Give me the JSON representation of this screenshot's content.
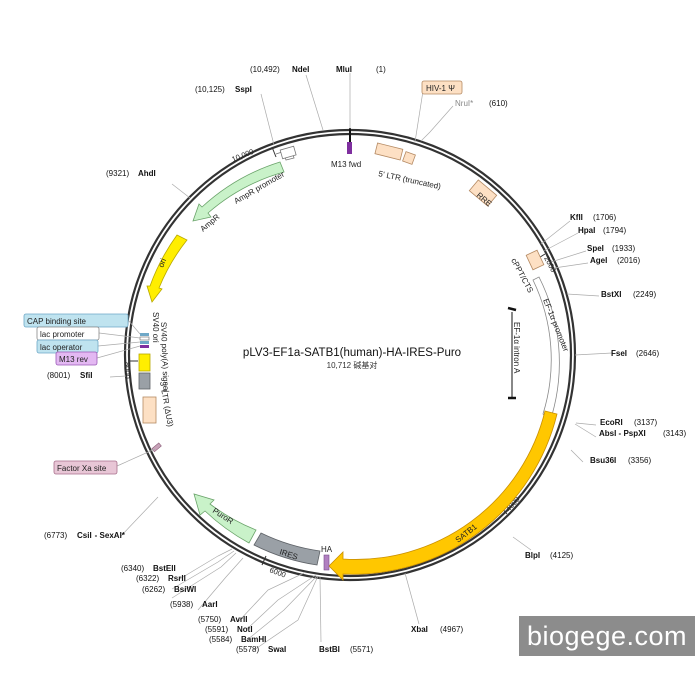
{
  "plasmid": {
    "name": "pLV3-EF1a-SATB1(human)-HA-IRES-Puro",
    "size_label": "10,712 碱基对"
  },
  "watermark": "biogege.com",
  "colors": {
    "backbone": "#333333",
    "ampr": "#c9f2c9",
    "ori": "#ffee00",
    "satb1": "#ffc700",
    "puror": "#c9f2c9",
    "ires": "#9aa0a6",
    "ltr": "#fde0c4",
    "ha": "#b07fc0",
    "m13": "#7f2f9f",
    "promoter": "#ffffff"
  },
  "ticks": [
    "10,000",
    "2000",
    "4000",
    "6000",
    "8000"
  ],
  "sites": [
    {
      "name": "MluI",
      "pos": "(1)"
    },
    {
      "name": "NdeI",
      "pos": "(10,492)"
    },
    {
      "name": "SspI",
      "pos": "(10,125)"
    },
    {
      "name": "AhdI",
      "pos": "(9321)"
    },
    {
      "name": "SfiI",
      "pos": "(8001)"
    },
    {
      "name": "CsiI - SexAI*",
      "pos": "(6773)"
    },
    {
      "name": "BstEII",
      "pos": "(6340)"
    },
    {
      "name": "RsrII",
      "pos": "(6322)"
    },
    {
      "name": "BsiWI",
      "pos": "(6262)"
    },
    {
      "name": "AarI",
      "pos": "(5938)"
    },
    {
      "name": "AvrII",
      "pos": "(5750)"
    },
    {
      "name": "NotI",
      "pos": "(5591)"
    },
    {
      "name": "BamHI",
      "pos": "(5584)"
    },
    {
      "name": "SwaI",
      "pos": "(5578)"
    },
    {
      "name": "BstBI",
      "pos": "(5571)"
    },
    {
      "name": "XbaI",
      "pos": "(4967)"
    },
    {
      "name": "BlpI",
      "pos": "(4125)"
    },
    {
      "name": "Bsu36I",
      "pos": "(3356)"
    },
    {
      "name": "AbsI - PspXI",
      "pos": "(3143)"
    },
    {
      "name": "EcoRI",
      "pos": "(3137)"
    },
    {
      "name": "FseI",
      "pos": "(2646)"
    },
    {
      "name": "BstXI",
      "pos": "(2249)"
    },
    {
      "name": "AgeI",
      "pos": "(2016)"
    },
    {
      "name": "SpeI",
      "pos": "(1933)"
    },
    {
      "name": "HpaI",
      "pos": "(1794)"
    },
    {
      "name": "KflI",
      "pos": "(1706)"
    },
    {
      "name": "NruI*",
      "pos": "(610)"
    }
  ],
  "features": {
    "m13_fwd": "M13 fwd",
    "ltr5": "5' LTR (truncated)",
    "rre": "RRE",
    "cppt": "cPPT/CTS",
    "ef1a_promoter": "EF-1α promoter",
    "ef1a_intron": "EF-1α intron A",
    "satb1": "SATB1",
    "ha": "HA",
    "ires": "IRES",
    "puror": "PuroR",
    "ltr3": "3' LTR (ΔU3)",
    "sv40_polya": "SV40 poly(A) signal",
    "sv40_ori": "SV40 ori",
    "ori": "ori",
    "ampr": "AmpR",
    "ampr_promoter": "AmpR promoter"
  },
  "tags": {
    "hiv": "HIV-1 Ψ",
    "cap": "CAP binding site",
    "lac_promoter": "lac promoter",
    "lac_operator": "lac operator",
    "m13_rev": "M13 rev",
    "factor_xa": "Factor Xa site"
  }
}
